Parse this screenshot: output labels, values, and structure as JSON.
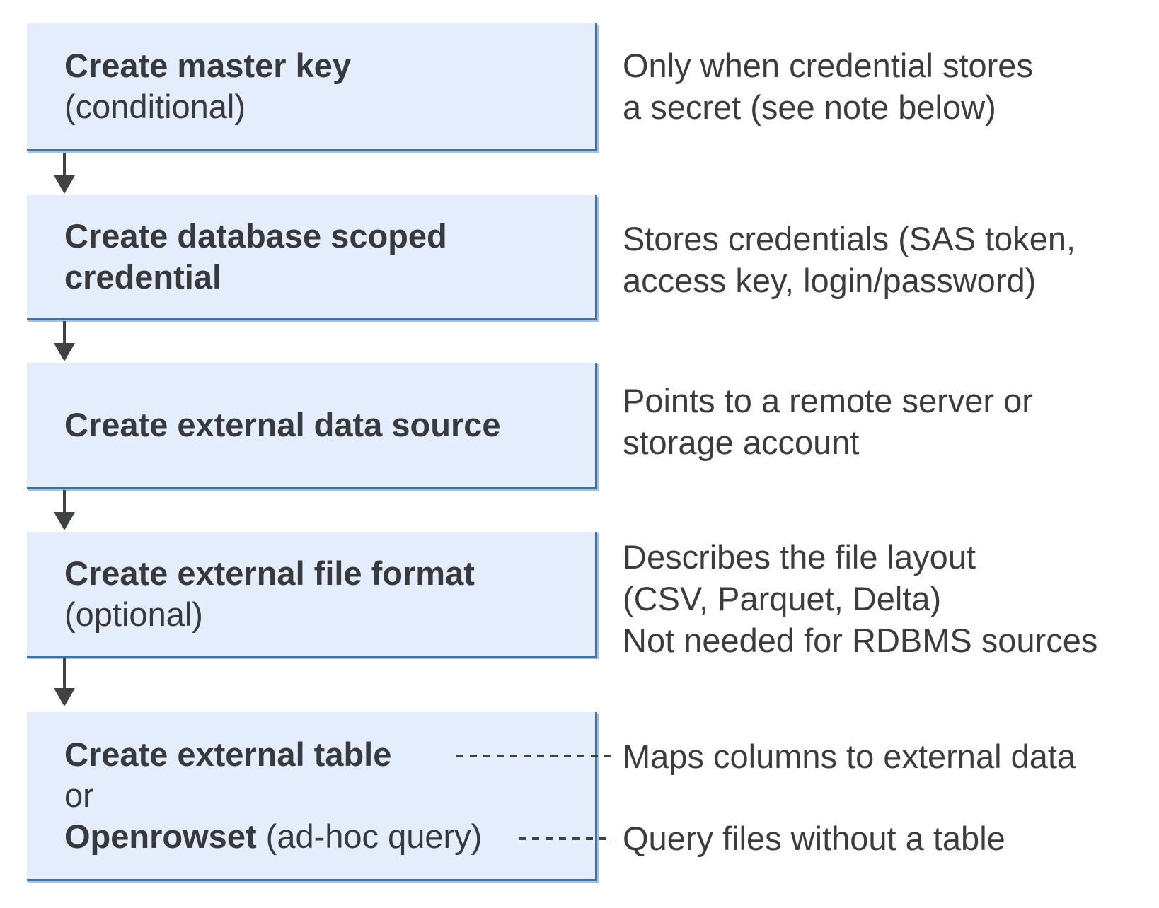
{
  "colors": {
    "box_fill": "#e4edfb",
    "box_border_dark": "#41719c",
    "box_border_light": "#9dc3e6",
    "arrow": "#3f4246",
    "text": "#38393c",
    "background": "#ffffff"
  },
  "flow": {
    "steps": [
      {
        "title": "Create master key",
        "suffix": "(conditional)",
        "note": "Only when credential stores\na secret (see note below)"
      },
      {
        "title": "Create database scoped\ncredential",
        "suffix": "",
        "note": "Stores credentials (SAS token,\naccess key, login/password)"
      },
      {
        "title": "Create external data source",
        "suffix": "",
        "note": "Points to a remote server or\nstorage account"
      },
      {
        "title": "Create external file format",
        "suffix": "(optional)",
        "note": "Describes the file layout\n(CSV, Parquet, Delta)\nNot needed for RDBMS sources"
      },
      {
        "title": "Create external table",
        "middle": "or",
        "alt_title": "Openrowset",
        "alt_suffix": " (ad-hoc query)",
        "note_table": "Maps columns to external data",
        "note_openrowset": "Query files without a table"
      }
    ]
  }
}
